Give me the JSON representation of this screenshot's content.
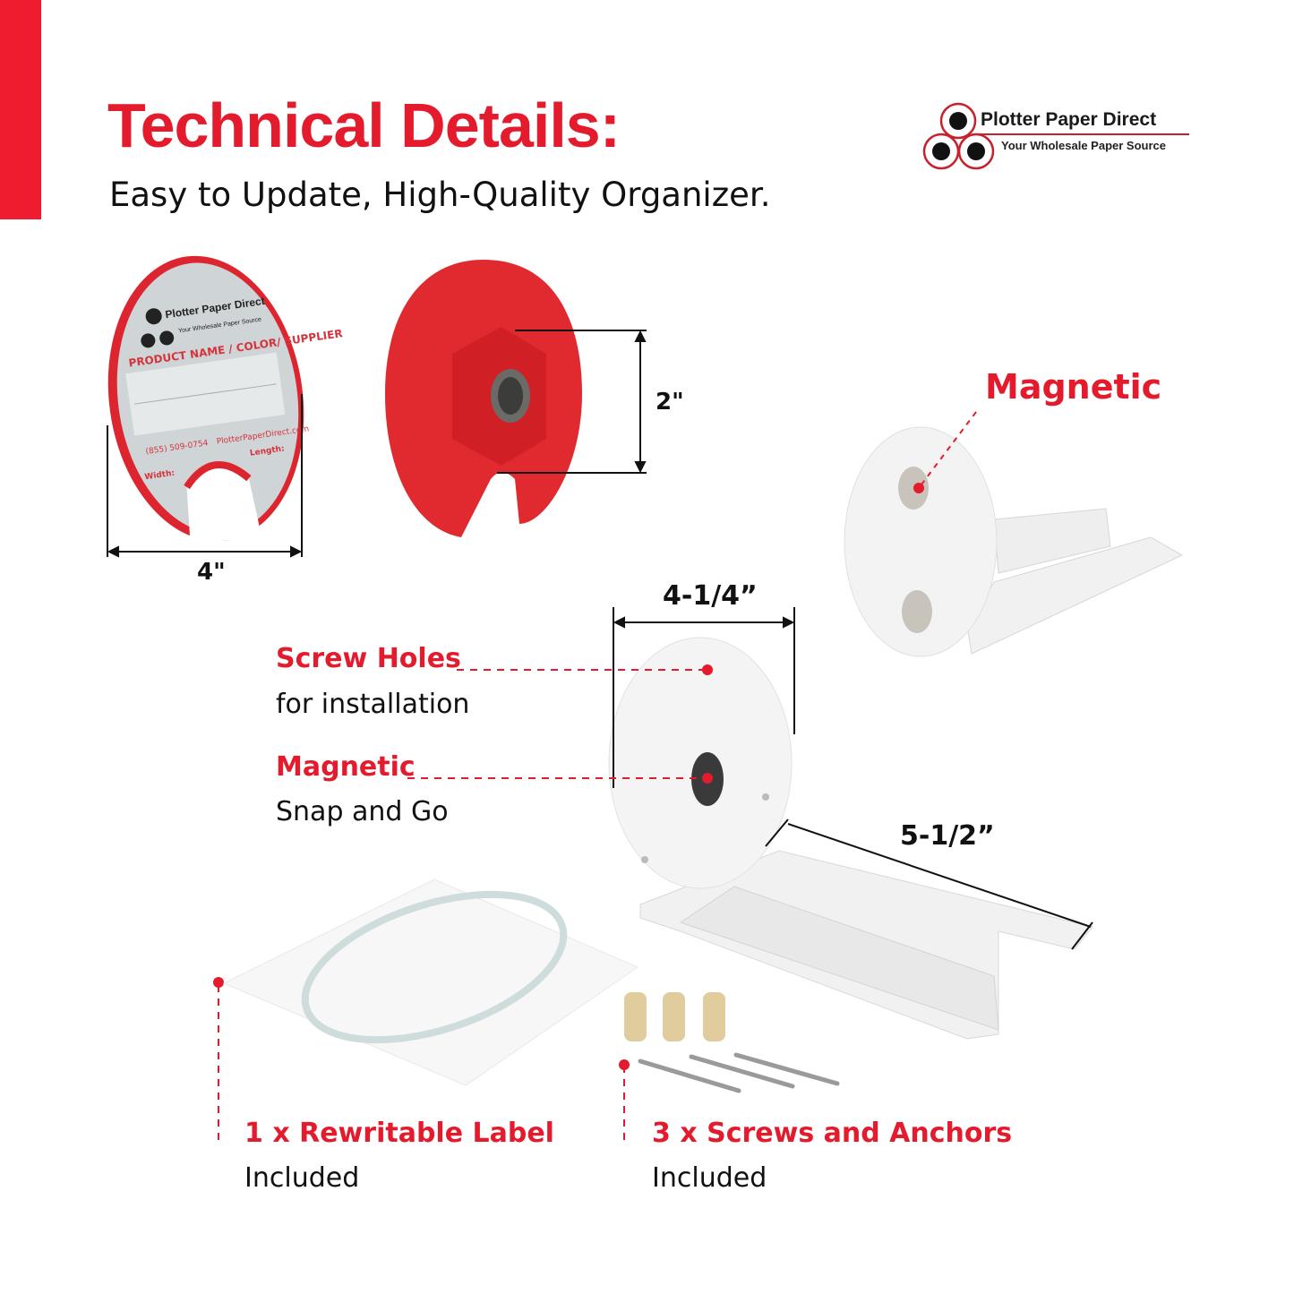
{
  "header": {
    "title": "Technical Details:",
    "subtitle": "Easy to Update, High-Quality Organizer."
  },
  "logo": {
    "name": "Plotter Paper Direct",
    "tagline": "Your Wholesale Paper Source"
  },
  "label_disc": {
    "brand": "Plotter Paper Direct",
    "tagline": "Your Wholesale Paper Source",
    "heading": "PRODUCT NAME / COLOR/ SUPPLIER",
    "phone": "(855) 509-0754",
    "website": "PlotterPaperDirect.com",
    "width_label": "Width:",
    "length_label": "Length:"
  },
  "dimensions": {
    "label_width": "4\"",
    "disc_height": "2\"",
    "holder_width": "4-1/4”",
    "rail_length": "5-1/2”"
  },
  "callouts": {
    "magnetic_top": "Magnetic",
    "screw_holes": {
      "title": "Screw Holes",
      "text": "for installation"
    },
    "magnetic": {
      "title": "Magnetic",
      "text": "Snap and Go"
    },
    "label": {
      "title": "1 x Rewritable Label",
      "text": "Included"
    },
    "screws": {
      "title": "3 x Screws and Anchors",
      "text": "Included"
    }
  },
  "colors": {
    "accent": "#e31b2d",
    "text": "#111111"
  }
}
